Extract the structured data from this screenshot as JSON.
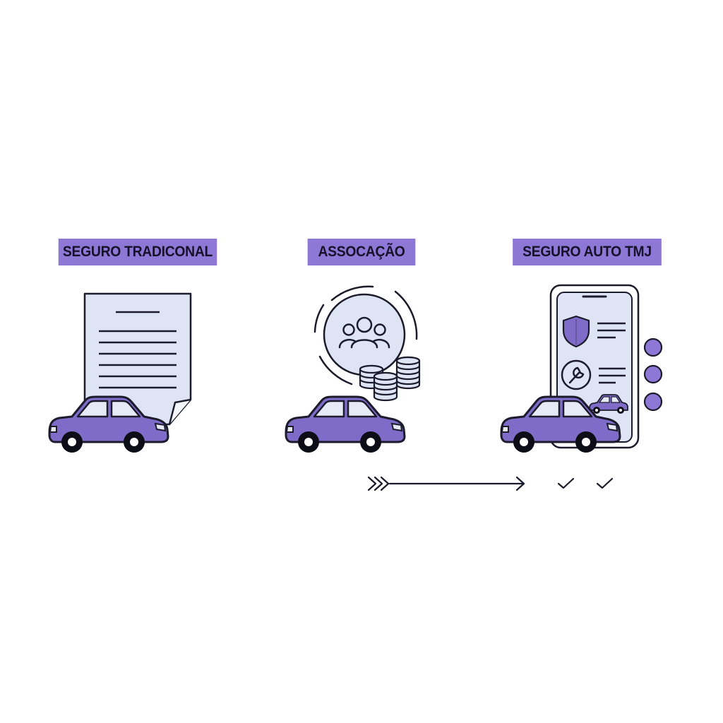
{
  "columns": [
    {
      "label": "SEGURO TRADICONAL",
      "illustration": "document-with-car"
    },
    {
      "label": "ASSOCAÇÃO",
      "illustration": "community-circle-coins-car"
    },
    {
      "label": "SEGURO AUTO TMJ",
      "illustration": "phone-app-with-car"
    }
  ],
  "colors": {
    "accent": "#8d78d6",
    "car_body": "#7f6cc9",
    "light_fill": "#dfe4f4",
    "stroke": "#1b1b2b",
    "background": "#ffffff"
  },
  "icons": [
    "document-icon",
    "people-group-icon",
    "coin-stack-icon",
    "car-icon",
    "smartphone-icon",
    "shield-icon",
    "wrench-icon",
    "arrow-right-icon",
    "checkmark-icon"
  ]
}
